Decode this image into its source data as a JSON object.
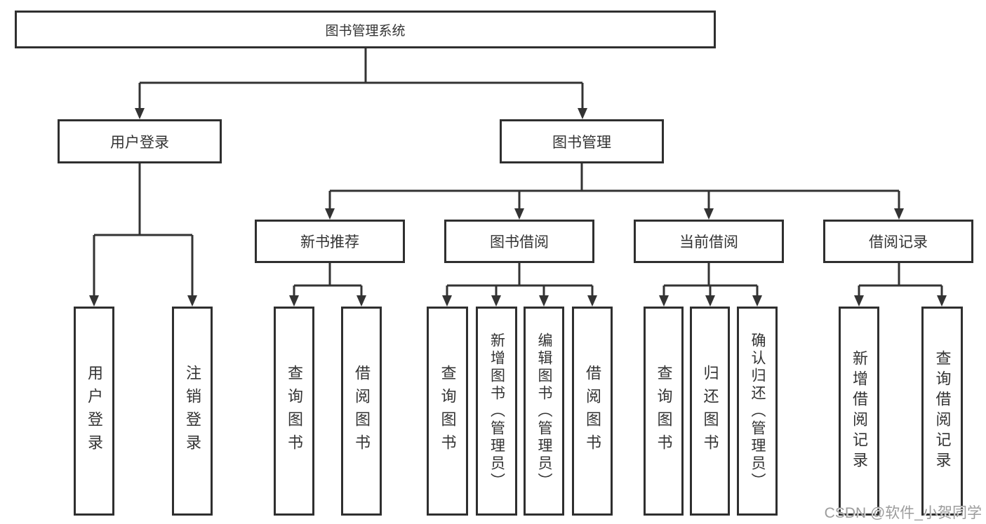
{
  "tree": {
    "root": {
      "label": "图书管理系统"
    },
    "branches": [
      {
        "label": "用户登录",
        "children": [
          {
            "label": "用户登录"
          },
          {
            "label": "注销登录"
          }
        ]
      },
      {
        "label": "图书管理",
        "children": [
          {
            "label": "新书推荐",
            "children": [
              {
                "label": "查询图书"
              },
              {
                "label": "借阅图书"
              }
            ]
          },
          {
            "label": "图书借阅",
            "children": [
              {
                "label": "查询图书"
              },
              {
                "label": "新增图书（管理员）"
              },
              {
                "label": "编辑图书（管理员）"
              },
              {
                "label": "借阅图书"
              }
            ]
          },
          {
            "label": "当前借阅",
            "children": [
              {
                "label": "查询图书"
              },
              {
                "label": "归还图书"
              },
              {
                "label": "确认归还（管理员）"
              }
            ]
          },
          {
            "label": "借阅记录",
            "children": [
              {
                "label": "新增借阅记录"
              },
              {
                "label": "查询借阅记录"
              }
            ]
          }
        ]
      }
    ],
    "watermark": "CSDN @软件_小贺同学",
    "colors": {
      "background": "#ffffff",
      "box_fill": "#ffffff",
      "box_border": "#2f2f2f",
      "line": "#333333",
      "text": "#333333",
      "watermark": "#9c9c9c"
    }
  }
}
